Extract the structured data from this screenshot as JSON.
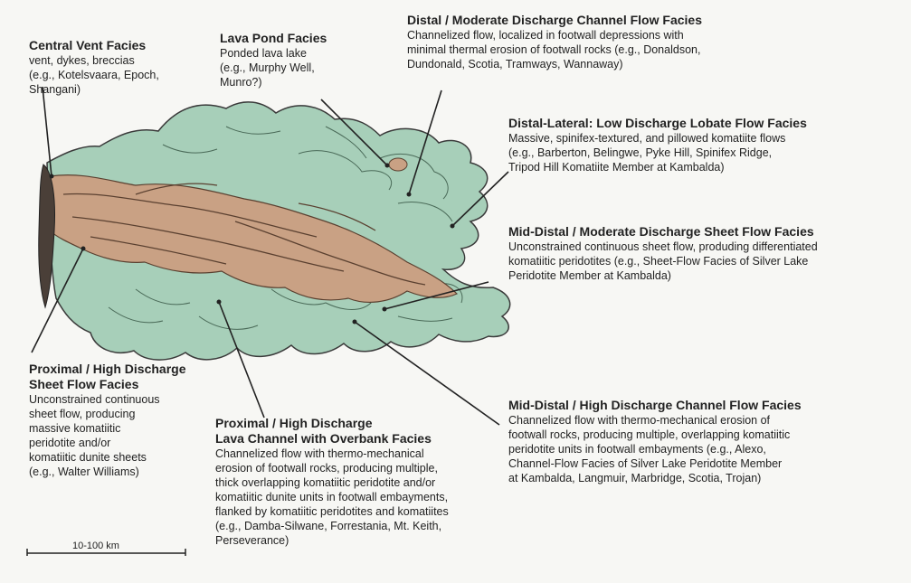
{
  "labels": {
    "central_vent": {
      "heading": "Central Vent Facies",
      "lines": [
        "vent, dykes, breccias",
        "(e.g., Kotelsvaara, Epoch,",
        "Shangani)"
      ]
    },
    "lava_pond": {
      "heading": "Lava Pond Facies",
      "lines": [
        "Ponded lava lake",
        "(e.g., Murphy Well,",
        "Munro?)"
      ]
    },
    "distal_moderate_channel": {
      "heading": "Distal / Moderate Discharge Channel Flow Facies",
      "lines": [
        "Channelized flow, localized in footwall depressions with",
        "minimal thermal erosion of footwall rocks (e.g., Donaldson,",
        "Dundonald, Scotia, Tramways, Wannaway)"
      ]
    },
    "distal_lateral": {
      "heading": "Distal-Lateral: Low Discharge Lobate Flow Facies",
      "lines": [
        "Massive, spinifex-textured, and pillowed komatiite flows",
        "(e.g., Barberton, Belingwe, Pyke Hill, Spinifex Ridge,",
        "Tripod Hill Komatiite Member at Kambalda)"
      ]
    },
    "mid_distal_sheet": {
      "heading": "Mid-Distal / Moderate Discharge Sheet Flow Facies",
      "lines": [
        "Unconstrained continuous sheet flow, produding differentiated",
        "komatiitic peridotites (e.g., Sheet-Flow Facies of Silver Lake",
        "Peridotite Member at Kambalda)"
      ]
    },
    "mid_distal_channel": {
      "heading": "Mid-Distal / High Discharge Channel Flow Facies",
      "lines": [
        "Channelized  flow with thermo-mechanical erosion of",
        "footwall rocks, producing multiple, overlapping komatiitic",
        "peridotite units in footwall embayments (e.g., Alexo,",
        "Channel-Flow Facies of Silver Lake Peridotite Member",
        "at Kambalda, Langmuir, Marbridge, Scotia, Trojan)"
      ]
    },
    "proximal_sheet": {
      "heading_lines": [
        "Proximal / High Discharge",
        "Sheet Flow Facies"
      ],
      "lines": [
        "Unconstrained continuous",
        "sheet flow, producing",
        "massive komatiitic",
        "peridotite and/or",
        "komatiitic dunite sheets",
        "(e.g., Walter Williams)"
      ]
    },
    "proximal_channel": {
      "heading_lines": [
        "Proximal / High Discharge",
        "Lava Channel with Overbank Facies"
      ],
      "lines": [
        "Channelized flow with thermo-mechanical",
        "erosion of footwall rocks, producing multiple,",
        "thick overlapping komatiitic peridotite and/or",
        "komatiitic dunite units in footwall embayments,",
        "flanked by komatiitic peridotites and komatiites",
        "(e.g., Damba-Silwane, Forrestania, Mt. Keith,",
        "Perseverance)"
      ]
    }
  },
  "scale_bar": {
    "label": "10-100 km"
  },
  "colors": {
    "lobe_fill": "#a7cfb9",
    "channel_fill": "#c9a184",
    "vent_fill": "#4a3f38",
    "outline": "#3a3a3a",
    "leader": "#222222"
  }
}
